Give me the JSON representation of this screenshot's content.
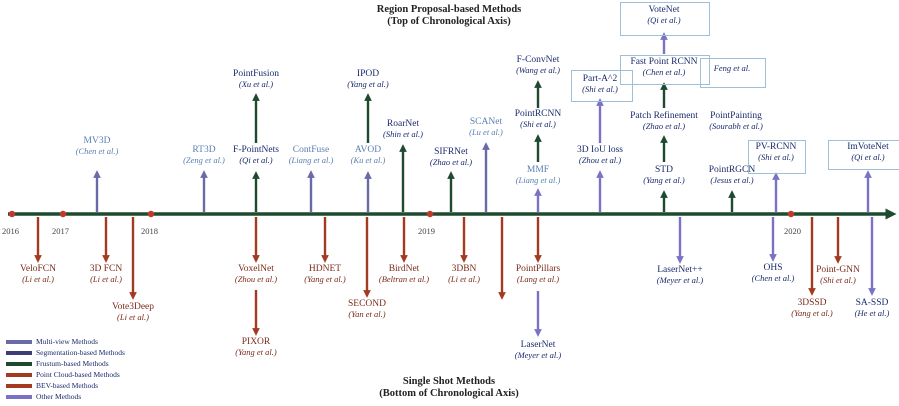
{
  "colors": {
    "axis": "#1e4a30",
    "multi_view": "#6a6aa8",
    "segmentation": "#3f3f78",
    "frustum": "#1e4a30",
    "point_cloud": "#a33a22",
    "bev": "#a33a22",
    "other": "#7a72c4",
    "text_default": "#1a2a6c",
    "text_author": "#1a2a6c",
    "text_faint": "#5a7fb0",
    "text_red": "#7a2a18"
  },
  "titles": {
    "top_line1": "Region Proposal-based Methods",
    "top_line2": "(Top of Chronological Axis)",
    "bottom_line1": "Single Shot Methods",
    "bottom_line2": "(Bottom of Chronological Axis)"
  },
  "years": [
    "2016",
    "2017",
    "2018",
    "2019",
    "2020"
  ],
  "legend": [
    {
      "label": "Multi-view Methods",
      "color": "#6a6aa8"
    },
    {
      "label": "Segmentation-based Methods",
      "color": "#3f3f78"
    },
    {
      "label": "Frustum-based Methods",
      "color": "#1e4a30"
    },
    {
      "label": "Point Cloud-based Methods",
      "color": "#a33a22"
    },
    {
      "label": "BEV-based Methods",
      "color": "#a33a22"
    },
    {
      "label": "Other Methods",
      "color": "#7a72c4"
    }
  ],
  "top_methods": [
    {
      "name": "MV3D",
      "author": "(Chen et al.)",
      "category": "multi_view"
    },
    {
      "name": "RT3D",
      "author": "(Zeng et al.)",
      "category": "multi_view"
    },
    {
      "name": "PointFusion",
      "author": "(Xu et al.)",
      "category": "frustum"
    },
    {
      "name": "F-PointNets",
      "author": "(Qi et al.)",
      "category": "frustum"
    },
    {
      "name": "ContFuse",
      "author": "(Liang et al.)",
      "category": "multi_view"
    },
    {
      "name": "IPOD",
      "author": "(Yang et al.)",
      "category": "frustum"
    },
    {
      "name": "AVOD",
      "author": "(Ku et al.)",
      "category": "multi_view"
    },
    {
      "name": "RoarNet",
      "author": "(Shin et al.)",
      "category": "frustum"
    },
    {
      "name": "SIFRNet",
      "author": "(Zhao et al.)",
      "category": "frustum"
    },
    {
      "name": "SCANet",
      "author": "(Lu et al.)",
      "category": "multi_view"
    },
    {
      "name": "F-ConvNet",
      "author": "(Wang et al.)",
      "category": "frustum"
    },
    {
      "name": "PointRCNN",
      "author": "(Shi et al.)",
      "category": "frustum"
    },
    {
      "name": "MMF",
      "author": "(Liang et al.)",
      "category": "multi_view"
    },
    {
      "name": "Part-A^2",
      "author": "(Shi et al.)",
      "category": "other"
    },
    {
      "name": "3D IoU loss",
      "author": "(Zhou et al.)",
      "category": "other"
    },
    {
      "name": "VoteNet",
      "author": "(Qi et al.)",
      "category": "other"
    },
    {
      "name": "Fast Point RCNN",
      "author": "(Chen et al.)",
      "category": "frustum"
    },
    {
      "name": "Patch Refinement",
      "author": "(Zhao et al.)",
      "category": "frustum"
    },
    {
      "name": "STD",
      "author": "(Yang et al.)",
      "category": "frustum"
    },
    {
      "name": "Feng et al.",
      "author": "",
      "category": "other"
    },
    {
      "name": "PointPainting",
      "author": "(Sourabh et al.)",
      "category": "frustum"
    },
    {
      "name": "PointRGCN",
      "author": "(Jesus et al.)",
      "category": "frustum"
    },
    {
      "name": "PV-RCNN",
      "author": "(Shi et al.)",
      "category": "other"
    },
    {
      "name": "ImVoteNet",
      "author": "(Qi et al.)",
      "category": "other"
    }
  ],
  "bottom_methods": [
    {
      "name": "VeloFCN",
      "author": "(Li et al.)",
      "category": "bev"
    },
    {
      "name": "3D FCN",
      "author": "(Li et al.)",
      "category": "bev"
    },
    {
      "name": "Vote3Deep",
      "author": "(Li et al.)",
      "category": "bev"
    },
    {
      "name": "VoxelNet",
      "author": "(Zhou et al.)",
      "category": "point_cloud"
    },
    {
      "name": "PIXOR",
      "author": "(Yang et al.)",
      "category": "bev"
    },
    {
      "name": "HDNET",
      "author": "(Yang et al.)",
      "category": "bev"
    },
    {
      "name": "SECOND",
      "author": "(Yan et al.)",
      "category": "point_cloud"
    },
    {
      "name": "BirdNet",
      "author": "(Beltran et al.)",
      "category": "bev"
    },
    {
      "name": "3DBN",
      "author": "(Li et al.)",
      "category": "point_cloud"
    },
    {
      "name": "PointPillars",
      "author": "(Lang et al.)",
      "category": "point_cloud"
    },
    {
      "name": "LaserNet",
      "author": "(Meyer et al.)",
      "category": "other"
    },
    {
      "name": "LaserNet++",
      "author": "(Meyer et al.)",
      "category": "other"
    },
    {
      "name": "OHS",
      "author": "(Chen et al.)",
      "category": "other"
    },
    {
      "name": "3DSSD",
      "author": "(Yang et al.)",
      "category": "point_cloud"
    },
    {
      "name": "Point-GNN",
      "author": "(Shi et al.)",
      "category": "point_cloud"
    },
    {
      "name": "SA-SSD",
      "author": "(He et al.)",
      "category": "other"
    }
  ]
}
